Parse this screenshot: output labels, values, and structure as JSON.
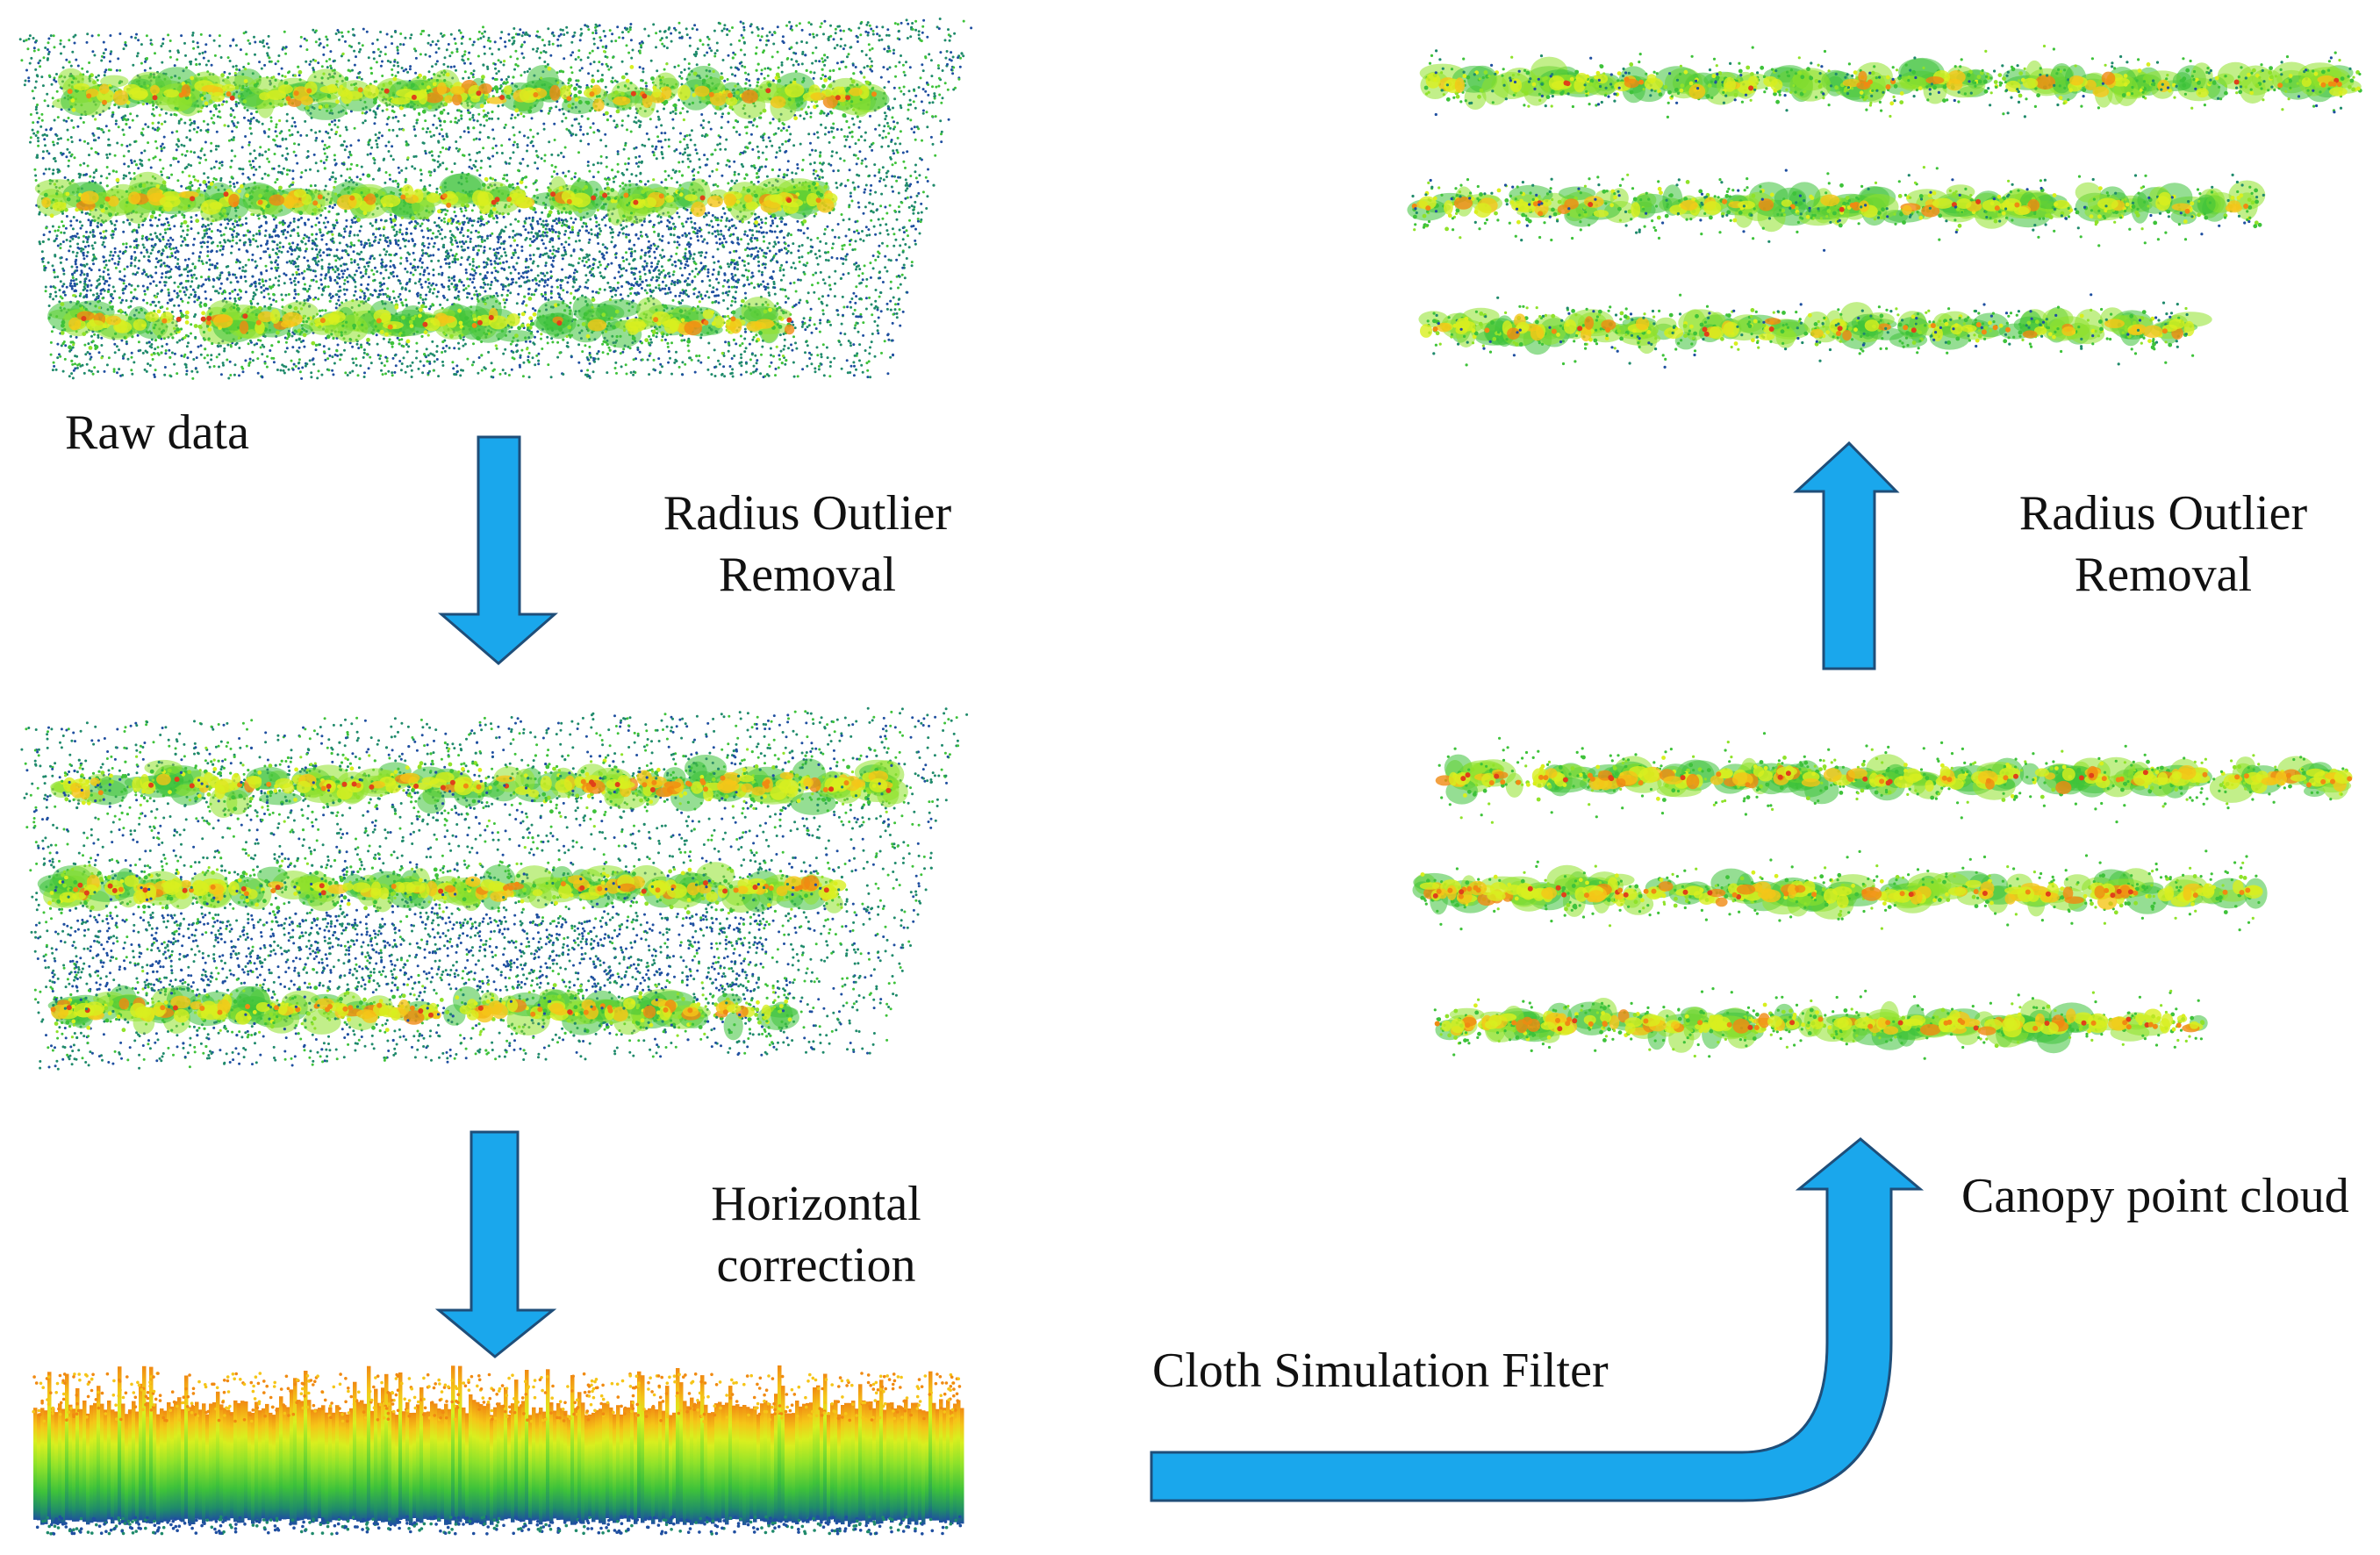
{
  "labels": {
    "raw_data": "Raw data",
    "radius_outlier_removal_left": [
      "Radius Outlier",
      "Removal"
    ],
    "horizontal_correction": [
      "Horizontal",
      "correction"
    ],
    "cloth_simulation_filter": "Cloth Simulation Filter",
    "canopy_point_cloud": "Canopy point cloud",
    "radius_outlier_removal_right": [
      "Radius Outlier",
      "Removal"
    ]
  },
  "colors": {
    "arrow_fill": "#1aa7ec",
    "arrow_stroke": "#1f4e79",
    "text": "#111111",
    "point_cloud_palette": [
      "#1f4fa0",
      "#1f8a6b",
      "#3ec23a",
      "#8fe22a",
      "#d8ef1f",
      "#f5c518",
      "#f08a12",
      "#e0401a"
    ]
  },
  "panels": [
    {
      "id": "raw-data-panel",
      "stage": "raw",
      "rows": 3,
      "style": "noisy"
    },
    {
      "id": "outlier-removed-panel",
      "stage": "filtered",
      "rows": 3,
      "style": "semi-noisy"
    },
    {
      "id": "side-view-panel",
      "stage": "horizontal",
      "rows": 1,
      "style": "side-gradient"
    },
    {
      "id": "canopy-panel",
      "stage": "canopy",
      "rows": 3,
      "style": "clean-yellow"
    },
    {
      "id": "final-panel",
      "stage": "final",
      "rows": 3,
      "style": "clean-green"
    }
  ]
}
